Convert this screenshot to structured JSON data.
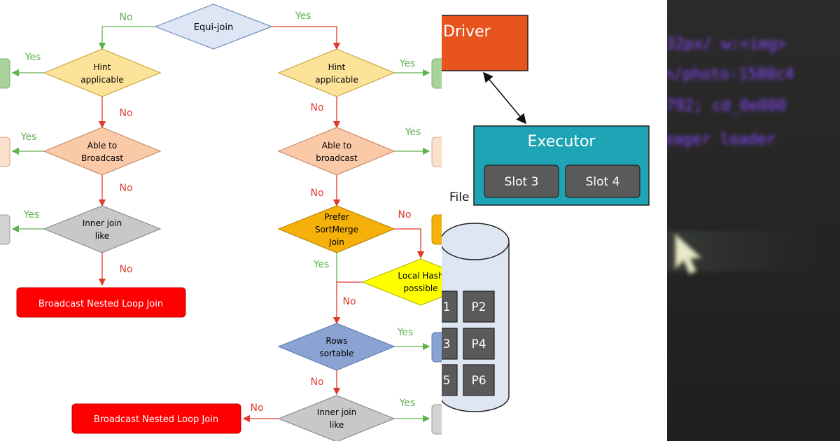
{
  "flowchart": {
    "root": "Equi-join",
    "left_branch": {
      "hint": [
        "Hint",
        "applicable"
      ],
      "broadcast": [
        "Able to",
        "Broadcast"
      ],
      "inner": [
        "Inner join",
        "like"
      ],
      "terminal": "Broadcast Nested Loop Join"
    },
    "right_branch": {
      "hint": [
        "Hint",
        "applicable"
      ],
      "broadcast": [
        "Able to",
        "broadcast"
      ],
      "prefer": [
        "Prefer",
        "SortMerge",
        "Join"
      ],
      "local_hash": [
        "Local Hash",
        "possible"
      ],
      "rows": [
        "Rows",
        "sortable"
      ],
      "inner": [
        "Inner join",
        "like"
      ],
      "terminal": "Broadcast Nested Loop Join"
    },
    "edge_labels": {
      "yes": "Yes",
      "no": "No"
    }
  },
  "cluster": {
    "driver": "Driver",
    "executor": "Executor",
    "slots": [
      "Slot 3",
      "Slot 4"
    ],
    "file_label": "File",
    "partitions": [
      "1",
      "P2",
      "3",
      "P4",
      "5",
      "P6"
    ]
  },
  "code_panel": {
    "lines": [
      "32px/ w:<img>",
      "n/photo-1580c4",
      "792; cd_0e000",
      "eager loader"
    ]
  },
  "colors": {
    "yes": "#5fb14e",
    "no": "#e03a2f",
    "equi": "#dce6f4",
    "hint": "#fde39a",
    "broadcast": "#f9c9a8",
    "inner": "#c8c8c8",
    "prefer": "#f5b10a",
    "local_hash": "#ffff00",
    "rows": "#8aa3d2",
    "terminal": "#ff0000",
    "driver": "#e8541e",
    "executor": "#1fa4b6",
    "slot": "#5a5a5a",
    "code_text": "#8a46ff"
  }
}
